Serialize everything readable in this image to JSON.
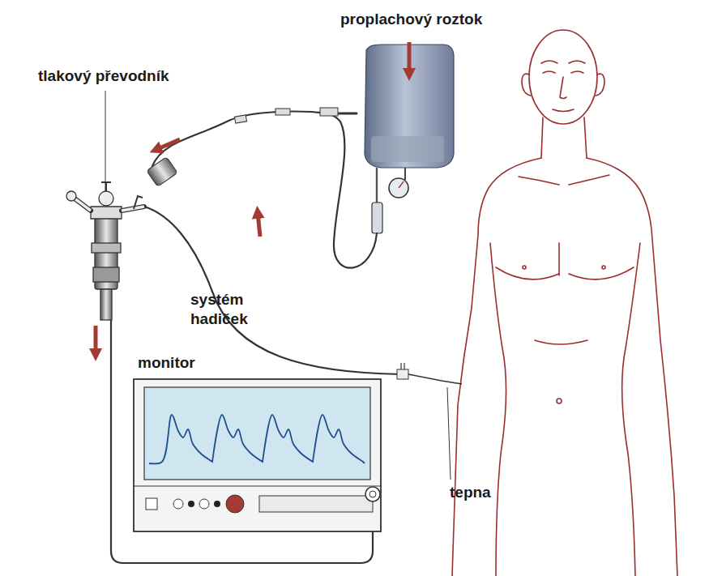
{
  "diagram": {
    "labels": [
      "proplachový roztok",
      "tlakový převodník",
      "systém hadiček",
      "monitor",
      "tepna"
    ]
  }
}
